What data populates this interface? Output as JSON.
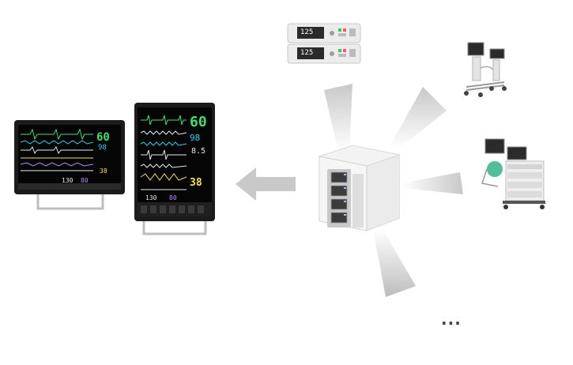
{
  "diagram": {
    "ellipsis": "...",
    "monitor_small": {
      "hr_value": "60",
      "spo2_value": "98",
      "nibp_value": "130",
      "etco2_value": "38",
      "pr_value": "80"
    },
    "monitor_large": {
      "hr_value": "60",
      "spo2_value": "98",
      "rr_value": "8.5",
      "etco2_value": "38",
      "nibp_value": "130",
      "pr_value": "80"
    },
    "infusion_pump": {
      "rate_top": "125",
      "rate_bottom": "125"
    },
    "colors": {
      "hr_green": "#39e36b",
      "spo2_cyan": "#22d3f0",
      "resp_yellow": "#f5e33b",
      "nibp_red": "#ff4b4b",
      "arrow_gray": "#c9c9c9",
      "ray_gray": "#cfcfcf"
    },
    "icons": [
      "patient-monitor-icon",
      "infusion-pump-icon",
      "ventilator-icon",
      "anesthesia-machine-icon",
      "network-hub-icon",
      "left-arrow-icon"
    ]
  }
}
